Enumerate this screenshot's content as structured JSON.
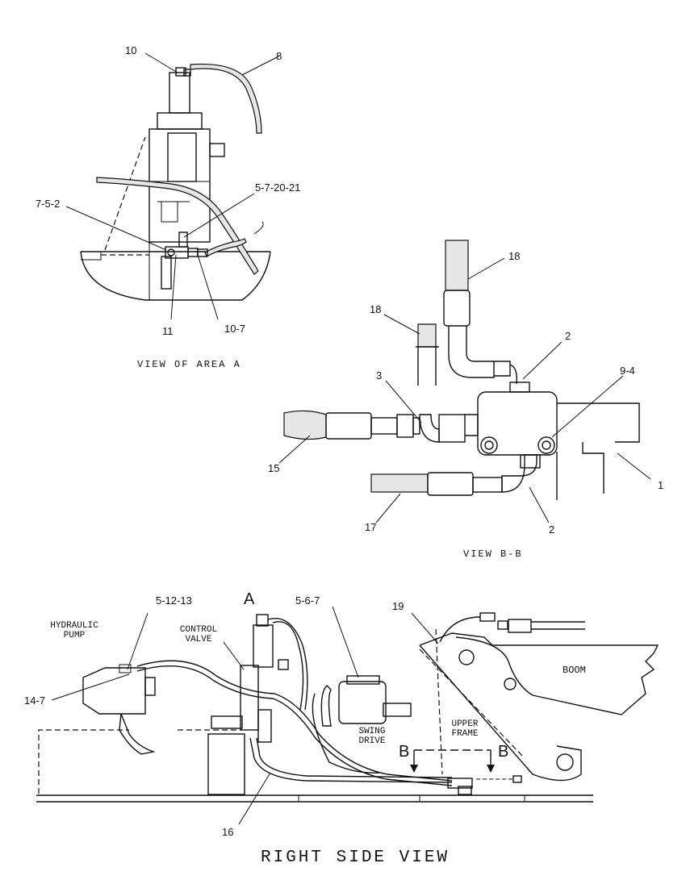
{
  "view_a": {
    "caption": "VIEW OF AREA A",
    "callouts": {
      "c10": "10",
      "c8": "8",
      "c5_7_20_21": "5-7-20-21",
      "c7_5_2": "7-5-2",
      "c11": "11",
      "c10_7": "10-7"
    }
  },
  "view_b": {
    "caption": "VIEW B-B",
    "callouts": {
      "c18_top": "18",
      "c18_left": "18",
      "c2_top": "2",
      "c9_4": "9-4",
      "c3": "3",
      "c15": "15",
      "c1": "1",
      "c17": "17",
      "c2_bottom": "2"
    }
  },
  "right_side": {
    "title": "RIGHT SIDE VIEW",
    "components": {
      "hydraulic_pump": "HYDRAULIC\nPUMP",
      "control_valve": "CONTROL\nVALVE",
      "swing_drive": "SWING\nDRIVE",
      "upper_frame": "UPPER\nFRAME",
      "boom": "BOOM"
    },
    "section_marks": {
      "area_a": "A",
      "b_left": "B",
      "b_right": "B"
    },
    "callouts": {
      "c5_12_13": "5-12-13",
      "c5_6_7": "5-6-7",
      "c19": "19",
      "c14_7": "14-7",
      "c16": "16"
    }
  }
}
